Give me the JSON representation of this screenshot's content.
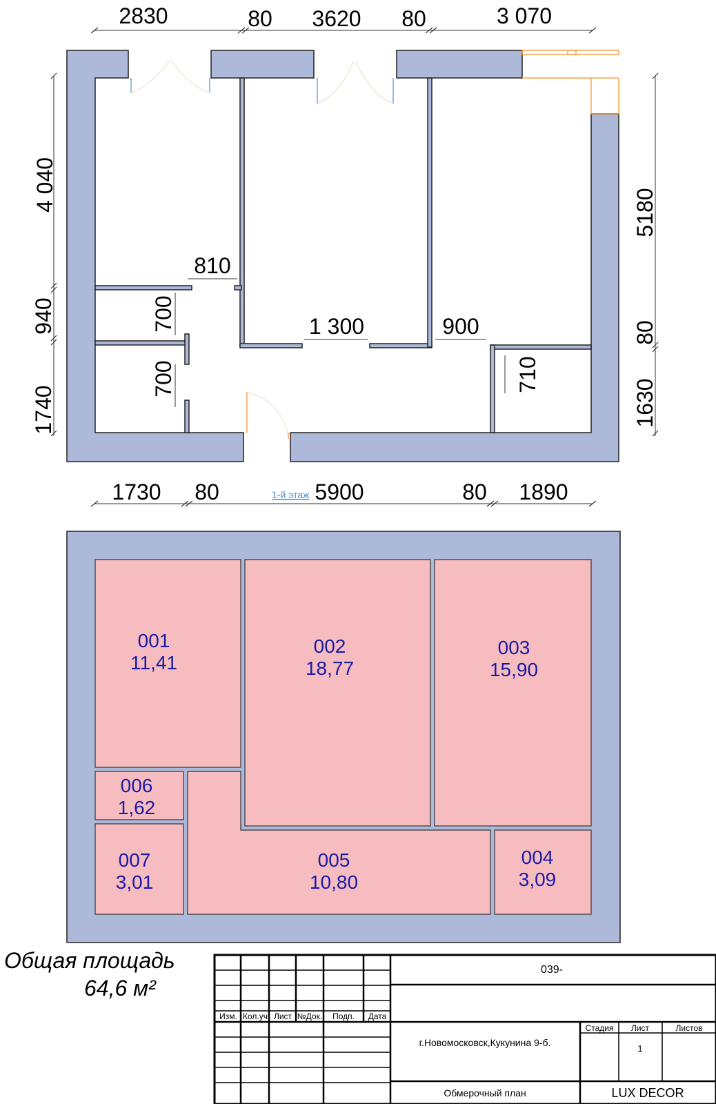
{
  "top_plan": {
    "dims_top": [
      "2830",
      "80",
      "3620",
      "80",
      "3 070"
    ],
    "dims_bottom": [
      "1730",
      "80",
      "5900",
      "80",
      "1890"
    ],
    "dims_left": [
      "4 040",
      "940",
      "1740"
    ],
    "dims_right": [
      "5180",
      "80",
      "1630"
    ],
    "dims_inner": {
      "d810": "810",
      "d700a": "700",
      "d700b": "700",
      "d1300": "1 300",
      "d900": "900",
      "d710": "710"
    },
    "floor_link": "1-й этаж"
  },
  "rooms": [
    {
      "id": "001",
      "area": "11,41"
    },
    {
      "id": "002",
      "area": "18,77"
    },
    {
      "id": "003",
      "area": "15,90"
    },
    {
      "id": "006",
      "area": "1,62"
    },
    {
      "id": "007",
      "area": "3,01"
    },
    {
      "id": "005",
      "area": "10,80"
    },
    {
      "id": "004",
      "area": "3,09"
    }
  ],
  "total_area": {
    "label": "Общая площадь",
    "value": "64,6 м²"
  },
  "title_block": {
    "code": "039-",
    "col_headers": [
      "Изм.",
      "Кол.уч",
      "Лист",
      "№Док.",
      "Подп.",
      "Дата"
    ],
    "address": "г.Новомосковск,Кукунина 9-б.",
    "stage_headers": [
      "Стадия",
      "Лист",
      "Листов"
    ],
    "sheet": "1",
    "drawing_name": "Обмерочный план",
    "company": "LUX DECOR"
  },
  "colors": {
    "wall": "#adb9d8",
    "room_fill": "#f7bcc0",
    "room_text": "#1a1aa8",
    "accent": "#ff8a1c"
  }
}
